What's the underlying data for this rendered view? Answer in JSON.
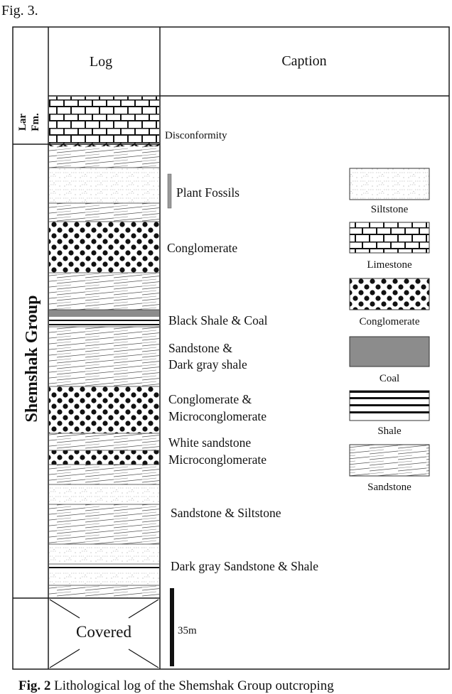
{
  "fig_label": "Fig. 3.",
  "table": {
    "log_header": "Log",
    "caption_header": "Caption",
    "lar_label_line1": "Lar",
    "lar_label_line2": "Fm.",
    "group_label": "Shemshak Group",
    "covered_label": "Covered"
  },
  "captions": [
    "Disconformity",
    "Plant Fossils",
    "Conglomerate",
    "Black Shale & Coal",
    "Sandstone &",
    "Dark gray shale",
    "Conglomerate &",
    "Microconglomerate",
    "White sandstone",
    "Microconglomerate",
    "Sandstone & Siltstone",
    "Dark gray Sandstone & Shale"
  ],
  "legend": [
    {
      "label": "Siltstone",
      "pattern": "siltstone"
    },
    {
      "label": "Limestone",
      "pattern": "limestone"
    },
    {
      "label": "Conglomerate",
      "pattern": "conglomerate"
    },
    {
      "label": "Coal",
      "pattern": "coal"
    },
    {
      "label": "Shale",
      "pattern": "shale"
    },
    {
      "label": "Sandstone",
      "pattern": "sandstone"
    }
  ],
  "scale_label": "35m",
  "figure_caption": {
    "bold": "Fig. 2",
    "rest": " Lithological log of the Shemshak Group outcroping"
  },
  "colors": {
    "line": "#1a1a1a",
    "coal": "#8c8c8c",
    "plant_fossils": "#9a9a9a"
  }
}
